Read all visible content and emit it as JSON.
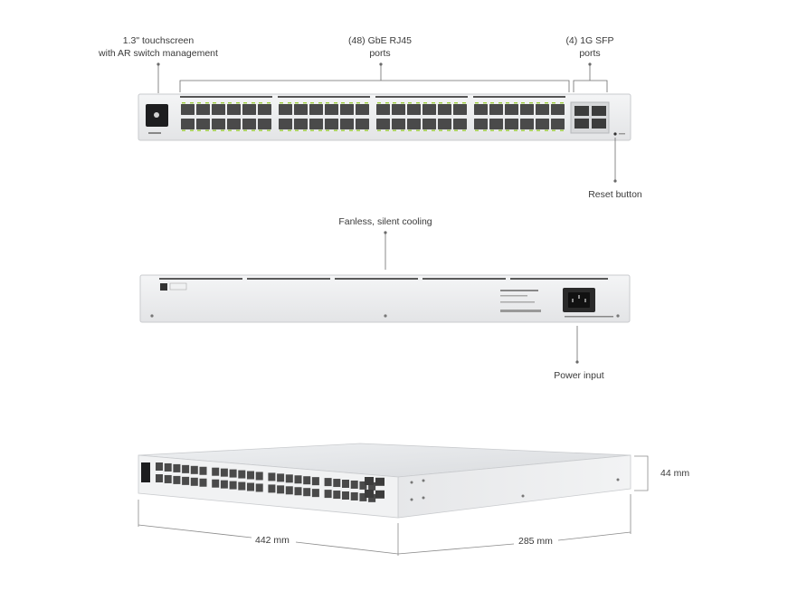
{
  "callouts": {
    "touchscreen": {
      "line1": "1.3\" touchscreen",
      "line2": "with AR switch management"
    },
    "rj45": {
      "line1": "(48) GbE RJ45",
      "line2": "ports"
    },
    "sfp": {
      "line1": "(4) 1G SFP",
      "line2": "ports"
    },
    "reset": "Reset button",
    "cooling": "Fanless, silent cooling",
    "power": "Power input"
  },
  "dimensions": {
    "height": "44 mm",
    "width": "442 mm",
    "depth": "285 mm"
  },
  "colors": {
    "chassis": "#e9eaec",
    "chassis_edge": "#c9cbce",
    "port": "#4a4a4a",
    "led": "#9ccc3a",
    "line": "#6b6b6b"
  }
}
